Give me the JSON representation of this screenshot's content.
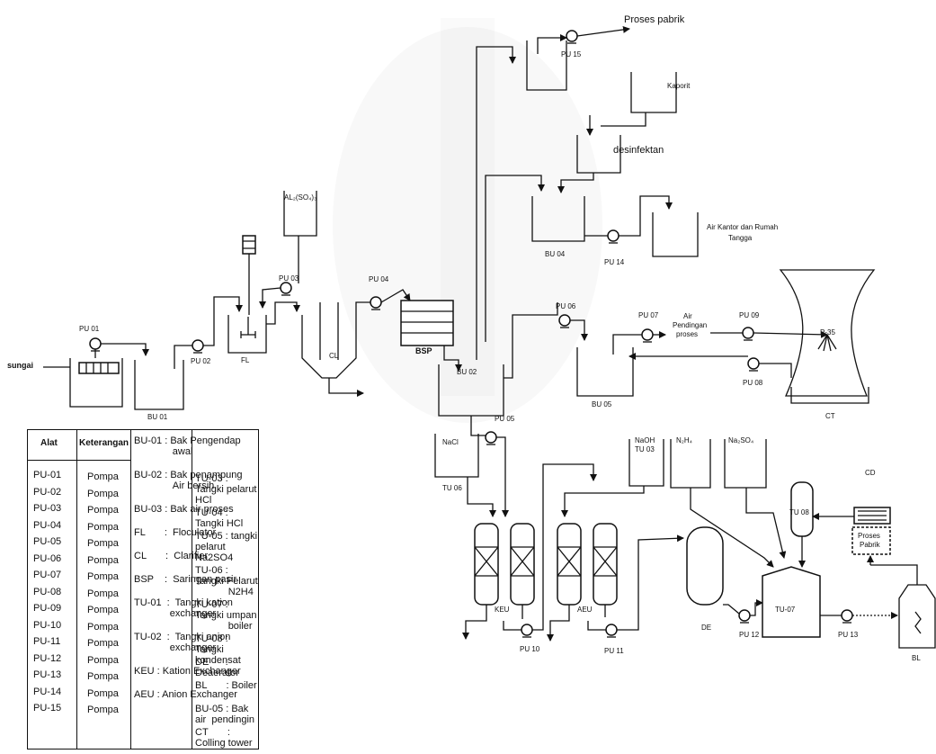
{
  "labels": {
    "proses_pabrik_top": "Proses pabrik",
    "pu15": "PU 15",
    "kaporit": "Kaporit",
    "desinfektan": "desinfektan",
    "al_sulfate": "AL₂(SO₄)₃",
    "pu03": "PU 03",
    "pu04": "PU 04",
    "pu01": "PU 01",
    "sungai": "sungai",
    "pu02": "PU 02",
    "fl": "FL",
    "cl": "CL",
    "bsp": "BSP",
    "bu01": "BU 01",
    "bu02": "BU 02",
    "bu04": "BU 04",
    "pu14": "PU 14",
    "air_kantor": "Air Kantor dan Rumah",
    "tangga": "Tangga",
    "pu06": "PU 06",
    "pu07": "PU 07",
    "air_pendingin_1": "Air",
    "air_pendingin_2": "Pendingan",
    "air_pendingin_3": "proses",
    "pu09": "PU 09",
    "p35": "P-35",
    "pu08": "PU 08",
    "bu05": "BU 05",
    "ct": "CT",
    "pu05": "PU 05",
    "nacl": "NaCl",
    "tu06": "TU 06",
    "naoh": "NaOH",
    "tu03": "TU 03",
    "n2h4": "N₂H₄",
    "na2so4": "Na₂SO₄",
    "cd": "CD",
    "tu08": "TU 08",
    "proses_pabrik_1": "Proses",
    "proses_pabrik_2": "Pabrik",
    "keu": "KEU",
    "aeu": "AEU",
    "de": "DE",
    "pu12": "PU 12",
    "tu07": "TU-07",
    "pu13": "PU 13",
    "bl": "BL",
    "pu10": "PU 10",
    "pu11": "PU 11"
  },
  "legend": {
    "header_alat": "Alat",
    "header_keterangan": "Keterangan",
    "alat": [
      "PU-01",
      "PU-02",
      "PU-03",
      "PU-04",
      "PU-05",
      "PU-06",
      "PU-07",
      "PU-08",
      "PU-09",
      "PU-10",
      "PU-11",
      "PU-12",
      "PU-13",
      "PU-14",
      "PU-15"
    ],
    "keterangan": [
      "Pompa",
      "Pompa",
      "Pompa",
      "Pompa",
      "Pompa",
      "Pompa",
      "Pompa",
      "Pompa",
      "Pompa",
      "Pompa",
      "Pompa",
      "Pompa",
      "Pompa",
      "Pompa",
      "Pompa"
    ],
    "col3": [
      "BU-01 : Bak Pengendap\n              awal",
      "BU-02 : Bak penampung\n              Air bersih",
      "BU-03 : Bak air proses",
      "FL       :  Floculator",
      "CL       :  Clarifier",
      "BSP    :  Saringan pasir",
      "TU-01  :  Tangki kation\n             exchanger",
      "TU-02  :  Tangki anion\n             exchanger",
      "KEU : Kation Exchanger",
      "AEU : Anion Exchanger"
    ],
    "col4": [
      "TU-03 : Tangki pelarut\nHCl",
      "TU-04 : Tangki HCl",
      "TU-05 : tangki pelarut\nNa2SO4",
      "TU-06 : Tangki Pelarut\n            N2H4",
      "TU-07 : Tangki umpan\n            boiler",
      "TU-08 : Tangki kondensat",
      "DE      : Deaerator",
      "BL       : Boiler",
      "BU-05 : Bak air  pendingin",
      "CT       : Colling tower"
    ]
  }
}
